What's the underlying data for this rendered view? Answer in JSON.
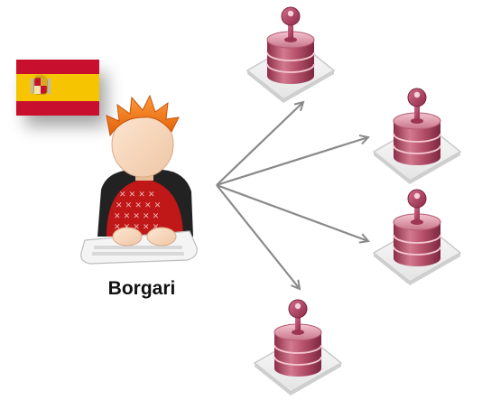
{
  "user": {
    "name": "Borgari",
    "flag": "spain-flag",
    "icon": "user-at-keyboard-icon"
  },
  "databases": [
    {
      "icon": "locked-database-icon"
    },
    {
      "icon": "locked-database-icon"
    },
    {
      "icon": "locked-database-icon"
    },
    {
      "icon": "locked-database-icon"
    }
  ],
  "connections": 4,
  "colors": {
    "flag_red": "#c8102e",
    "flag_yellow": "#f6c400",
    "hair": "#f07a1a",
    "skin": "#f7d9bf",
    "sweater": "#c01818",
    "database": "#b24a63",
    "key": "#a83858",
    "arrow": "#8a8a8a"
  }
}
